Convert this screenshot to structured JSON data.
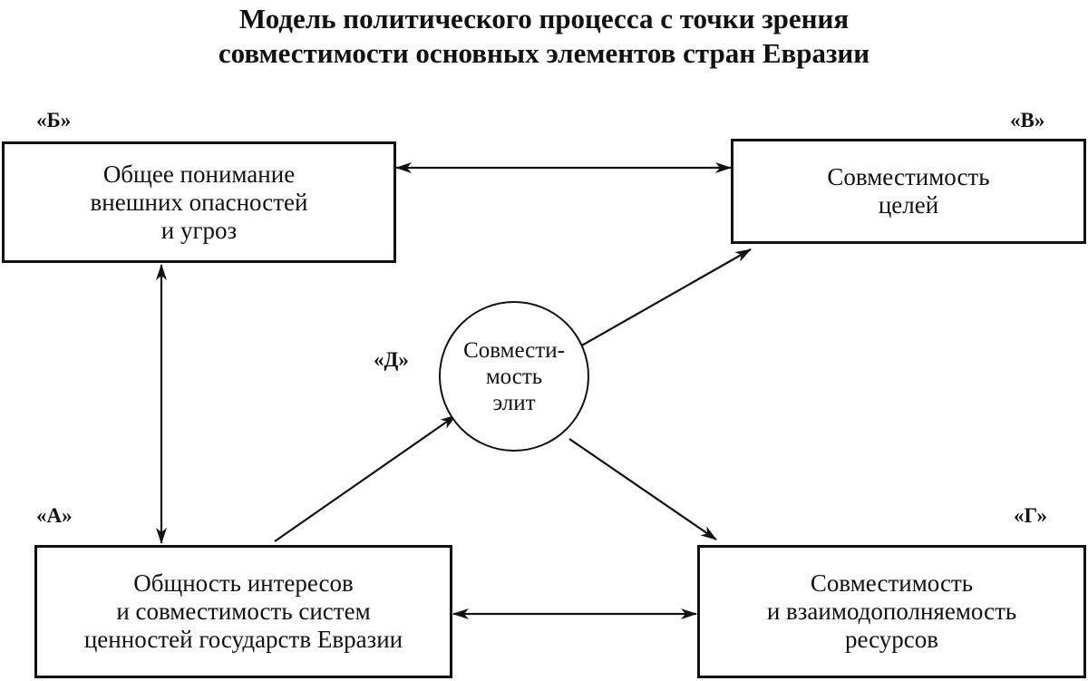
{
  "title": {
    "line1": "Модель политического процесса с точки зрения",
    "line2": "совместимости основных элементов стран Евразии"
  },
  "nodes": {
    "b": {
      "tag": "«Б»",
      "lines": [
        "Общее понимание",
        "внешних опасностей",
        "и угроз"
      ]
    },
    "v": {
      "tag": "«В»",
      "lines": [
        "Совместимость",
        "целей"
      ]
    },
    "d": {
      "tag": "«Д»",
      "lines": [
        "Совмести-",
        "мость",
        "элит"
      ]
    },
    "a": {
      "tag": "«А»",
      "lines": [
        "Общность интересов",
        "и совместимость систем",
        "ценностей государств Евразии"
      ]
    },
    "g": {
      "tag": "«Г»",
      "lines": [
        "Совместимость",
        "и взаимодополняемость",
        "ресурсов"
      ]
    }
  },
  "connections": [
    {
      "from": "b",
      "to": "v",
      "direction": "both"
    },
    {
      "from": "b",
      "to": "a",
      "direction": "both"
    },
    {
      "from": "a",
      "to": "g",
      "direction": "both"
    },
    {
      "from": "a",
      "to": "d",
      "direction": "forward"
    },
    {
      "from": "d",
      "to": "v",
      "direction": "forward"
    },
    {
      "from": "d",
      "to": "g",
      "direction": "forward"
    }
  ]
}
